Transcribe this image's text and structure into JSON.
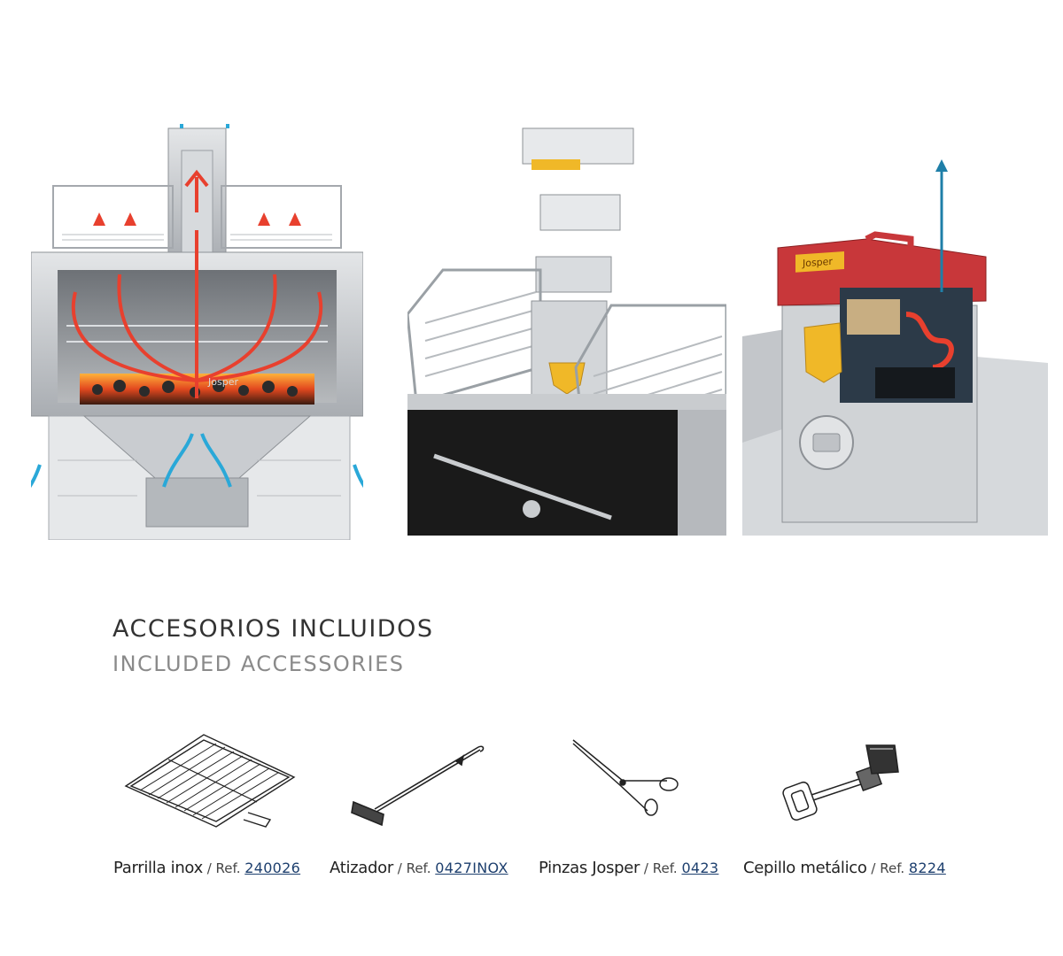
{
  "heading": {
    "title_es": "ACCESORIOS INCLUIDOS",
    "title_en": "INCLUDED ACCESSORIES"
  },
  "images": {
    "cutaway_brand": "Josper",
    "box_brand": "Josper"
  },
  "accessories": [
    {
      "name": "Parrilla inox",
      "separator": " / ",
      "ref_label": "Ref. ",
      "code": "240026",
      "icon": "grill-rack-icon"
    },
    {
      "name": "Atizador",
      "separator": " / ",
      "ref_label": "Ref. ",
      "code": "0427INOX",
      "icon": "poker-icon"
    },
    {
      "name": "Pinzas Josper",
      "separator": " / ",
      "ref_label": "Ref. ",
      "code": "0423",
      "icon": "tongs-icon"
    },
    {
      "name": "Cepillo metálico",
      "separator": " / ",
      "ref_label": "Ref. ",
      "code": "8224",
      "icon": "wire-brush-icon"
    }
  ],
  "colors": {
    "heat_arrow": "#e8402e",
    "air_arrow": "#2aa8d8",
    "steel": "#c9cccf",
    "steel_dark": "#8d9196",
    "oven_black": "#1a1a1a",
    "link": "#1d3f6e"
  }
}
